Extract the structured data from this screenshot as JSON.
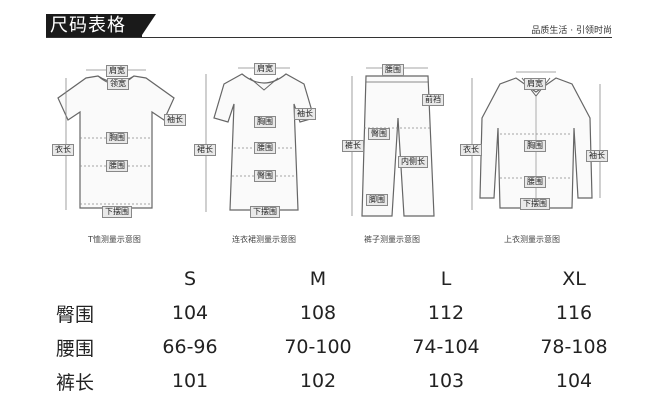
{
  "header": {
    "title": "尺码表格",
    "slogan": "品质生活 · 引领时尚"
  },
  "diagrams": [
    {
      "caption": "T恤测量示意图",
      "tags": [
        "肩宽",
        "领宽",
        "袖长",
        "衣长",
        "胸围",
        "腰围",
        "下摆围"
      ]
    },
    {
      "caption": "连衣裙测量示意图",
      "tags": [
        "肩宽",
        "袖长",
        "胸围",
        "裙长",
        "腰围",
        "臀围",
        "下摆围"
      ]
    },
    {
      "caption": "裤子测量示意图",
      "tags": [
        "腰围",
        "前裆",
        "臀围",
        "裤长",
        "内侧长",
        "脚围"
      ]
    },
    {
      "caption": "上衣测量示意图",
      "tags": [
        "肩宽",
        "衣长",
        "胸围",
        "袖长",
        "腰围",
        "下摆围"
      ]
    }
  ],
  "table": {
    "columns": [
      "S",
      "M",
      "L",
      "XL"
    ],
    "rows": [
      {
        "label": "臀围",
        "values": [
          "104",
          "108",
          "112",
          "116"
        ]
      },
      {
        "label": "腰围",
        "values": [
          "66-96",
          "70-100",
          "74-104",
          "78-108"
        ]
      },
      {
        "label": "裤长",
        "values": [
          "101",
          "102",
          "103",
          "104"
        ]
      }
    ]
  }
}
